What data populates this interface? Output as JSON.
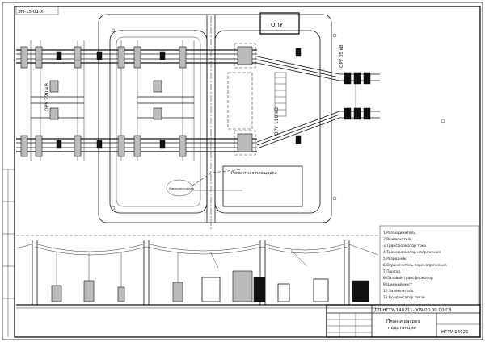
{
  "drawing": {
    "top_stamp": "ЭН-15-01-Х",
    "opu_label": "ОПУ",
    "oru220_label": "ОРУ 220 кВ",
    "oru110_label": "ОРУ 110 кВ",
    "oru35_label": "ОРУ 35 кВ",
    "repair_area_label": "Ремонтная площадка",
    "compressor_label": "Компрессорная"
  },
  "legend": {
    "lines": [
      "1.Разъединитель",
      "2.Выключатель",
      "3.Трансформатор тока",
      "4.Трансформатор напряжения",
      "5.Разрядник",
      "6.Ограничитель перенапряжения",
      "7.Портал",
      "8.Силовой трансформатор",
      "9.Шинный мост",
      "10.Заземлитель",
      "11.Конденсатор связи"
    ]
  },
  "title_block": {
    "doc_code": "ДП-НГТУ-140211-009-00.00.00 С3",
    "title_line1": "План и разрез",
    "title_line2": "подстанции",
    "org": "НГТУ-14021"
  }
}
